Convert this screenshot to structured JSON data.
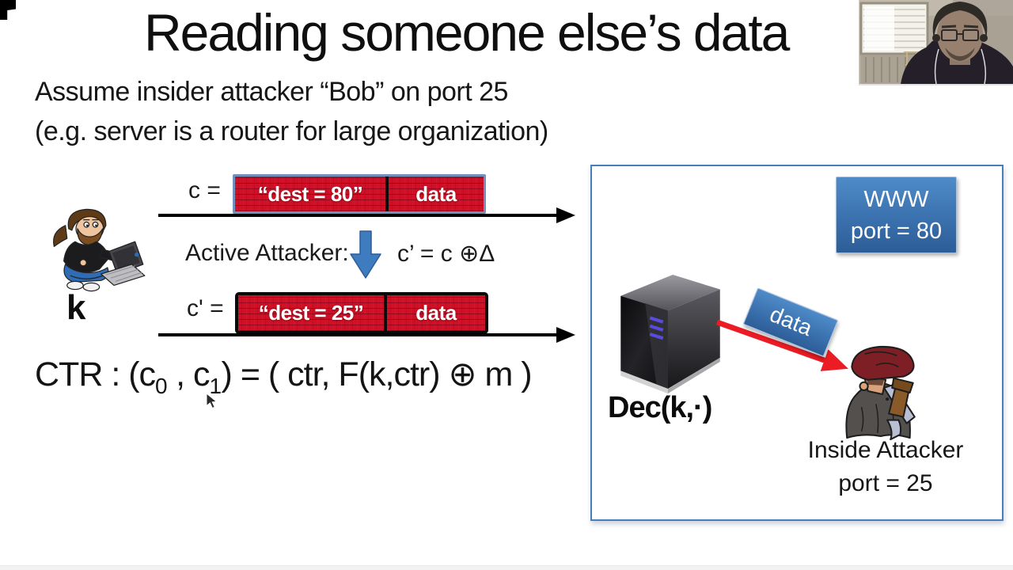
{
  "slide": {
    "title": "Reading someone else’s data",
    "subtitle_line1": "Assume insider attacker “Bob” on port 25",
    "subtitle_line2": "(e.g. server is a router for large organization)"
  },
  "flow": {
    "c_label": "c =",
    "packet1_field1": "“dest = 80”",
    "packet1_field2": "data",
    "active_attacker_label": "Active Attacker:",
    "mutation_formula": "c’ = c ⊕Δ",
    "c_prime_label": "c' =",
    "packet2_field1": "“dest = 25”",
    "packet2_field2": "data",
    "key_label": "k"
  },
  "ctr": {
    "p1": "CTR :  (c",
    "s0": "0",
    "p2": " , c",
    "s1": "1",
    "p3": ") = ( ctr, F(k,ctr) ⊕ m )"
  },
  "panel": {
    "www_line1": "WWW",
    "www_line2": "port = 80",
    "server_label": "Dec(k,·)",
    "data_label": "data",
    "attacker_line1": "Inside Attacker",
    "attacker_line2": "port = 25"
  },
  "colors": {
    "packet_red": "#ce1126",
    "accent_blue": "#3e7bbf",
    "panel_border": "#4a7ebb",
    "arrow_red": "#ec1c24"
  }
}
